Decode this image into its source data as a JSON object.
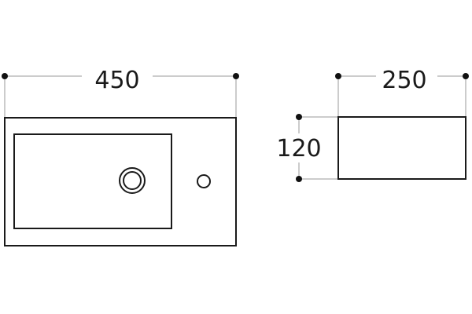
{
  "colors": {
    "outline": "#1a1a1a",
    "dimension_line": "#9a9a9a",
    "dimension_dot": "#111111",
    "background": "#ffffff"
  },
  "dimensions": {
    "top_view_width": "450",
    "side_view_depth": "250",
    "side_view_height": "120"
  }
}
